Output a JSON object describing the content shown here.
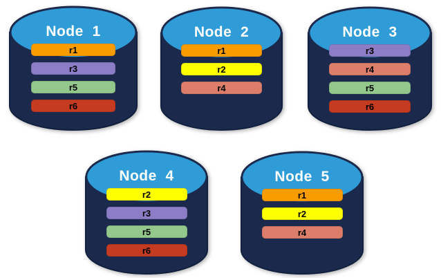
{
  "background": "#FFFFFF",
  "colors": {
    "cylinder_body": "#1B2A4C",
    "cylinder_outline": "#11203E",
    "cylinder_top": "#2F9CD8",
    "node_title_text": "#FFFFFF",
    "bar_text": "#000000",
    "replicas": {
      "r1": "#F99C00",
      "r2": "#FDFF00",
      "r3": "#8B7DC6",
      "r4": "#DD7E6B",
      "r5": "#93C78C",
      "r6": "#C53B21"
    }
  },
  "nodes": [
    {
      "title": "Node  1",
      "replicas": [
        {
          "label": "r1",
          "color": "#F99C00"
        },
        {
          "label": "r3",
          "color": "#8B7DC6"
        },
        {
          "label": "r5",
          "color": "#93C78C"
        },
        {
          "label": "r6",
          "color": "#C53B21"
        }
      ]
    },
    {
      "title": "Node  2",
      "replicas": [
        {
          "label": "r1",
          "color": "#F99C00"
        },
        {
          "label": "r2",
          "color": "#FDFF00"
        },
        {
          "label": "r4",
          "color": "#DD7E6B"
        }
      ]
    },
    {
      "title": "Node  3",
      "replicas": [
        {
          "label": "r3",
          "color": "#8B7DC6"
        },
        {
          "label": "r4",
          "color": "#DD7E6B"
        },
        {
          "label": "r5",
          "color": "#93C78C"
        },
        {
          "label": "r6",
          "color": "#C53B21"
        }
      ]
    },
    {
      "title": "Node  4",
      "replicas": [
        {
          "label": "r2",
          "color": "#FDFF00"
        },
        {
          "label": "r3",
          "color": "#8B7DC6"
        },
        {
          "label": "r5",
          "color": "#93C78C"
        },
        {
          "label": "r6",
          "color": "#C53B21"
        }
      ]
    },
    {
      "title": "Node  5",
      "replicas": [
        {
          "label": "r1",
          "color": "#F99C00"
        },
        {
          "label": "r2",
          "color": "#FDFF00"
        },
        {
          "label": "r4",
          "color": "#DD7E6B"
        }
      ]
    }
  ]
}
